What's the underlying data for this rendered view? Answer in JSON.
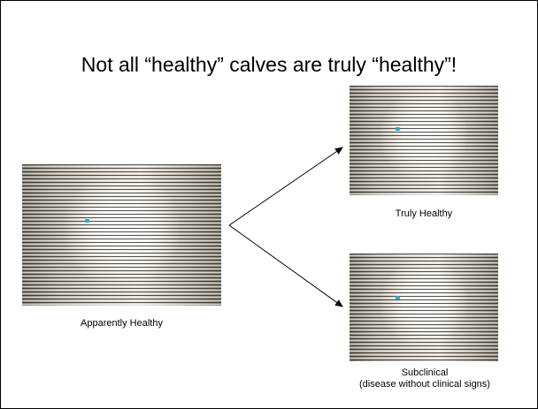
{
  "slide": {
    "title": "Not all “healthy” calves are truly “healthy”!",
    "apparently_healthy": {
      "caption": "Apparently Healthy",
      "image": "calf-photo"
    },
    "truly_healthy": {
      "caption": "Truly Healthy",
      "image": "calf-photo"
    },
    "subclinical": {
      "caption_line1": "Subclinical",
      "caption_line2": "(disease without clinical signs)",
      "image": "calf-photo"
    }
  },
  "colors": {
    "arrow": "#000000",
    "eye_tag": "#2aa8c8"
  }
}
